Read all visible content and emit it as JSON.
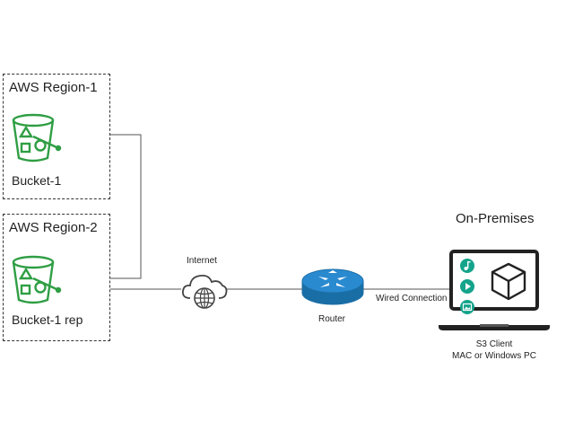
{
  "regions": [
    {
      "title": "AWS Region-1",
      "bucket_label": "Bucket-1"
    },
    {
      "title": "AWS Region-2",
      "bucket_label": "Bucket-1 rep"
    }
  ],
  "network": {
    "internet_label": "Internet",
    "router_label": "Router",
    "connection_label": "Wired Connection"
  },
  "onprem": {
    "heading": "On-Premises",
    "client_label": "S3 Client",
    "client_sublabel": "MAC or Windows PC"
  },
  "colors": {
    "bucket_green": "#2f9e44",
    "router_blue": "#1f7fc1",
    "app_teal": "#14a38b",
    "line_gray": "#555555"
  },
  "icons": [
    "bucket-icon",
    "cloud-globe-icon",
    "router-icon",
    "laptop-icon",
    "cube-icon",
    "music-icon",
    "play-icon",
    "image-icon"
  ]
}
